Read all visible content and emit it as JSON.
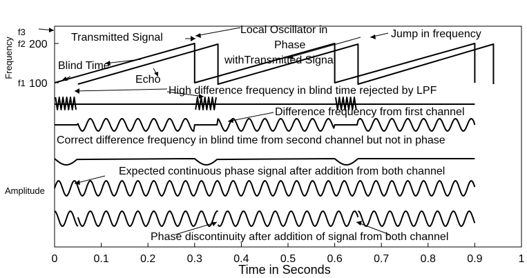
{
  "figure": {
    "x_axis_label": "Time in Seconds",
    "x_ticks": [
      "0",
      "0.1",
      "0.2",
      "0.3",
      "0.4",
      "0.5",
      "0.6",
      "0.7",
      "0.8",
      "0.9",
      "1"
    ],
    "y_axis_label_frequency": "Frequency",
    "y_axis_label_amplitude": "Amplitude",
    "freq_levels": [
      "f3",
      "f2",
      "200",
      "f1",
      "100"
    ],
    "annotations": {
      "transmitted": "Transmitted Signal",
      "blind_time": "Blind Time",
      "echo": "Echo",
      "local_osc_1": "Local Oscillator in",
      "local_osc_2": "Phase",
      "local_osc_3": "withTransmitted Signal",
      "jump": "Jump in frequency",
      "high_diff": "High difference frequency in blind time rejected by LPF",
      "diff_first": "Difference frequency from first channel",
      "correct_diff": "Correct difference frequency in blind time from second channel  but not in phase",
      "expected": "Expected continuous phase signal after addition from both channel",
      "phase_disc": "Phase discontinuity after addition of signal from both channel"
    }
  },
  "chart_data": {
    "type": "line",
    "xlim": [
      0,
      1
    ],
    "xlabel": "Time in Seconds",
    "sweep_period": 0.3,
    "frequency_range": [
      100,
      200
    ],
    "sweep_start_times": [
      0,
      0.3,
      0.6
    ],
    "echo_delay": 0.05,
    "signal_end": 0.9
  }
}
